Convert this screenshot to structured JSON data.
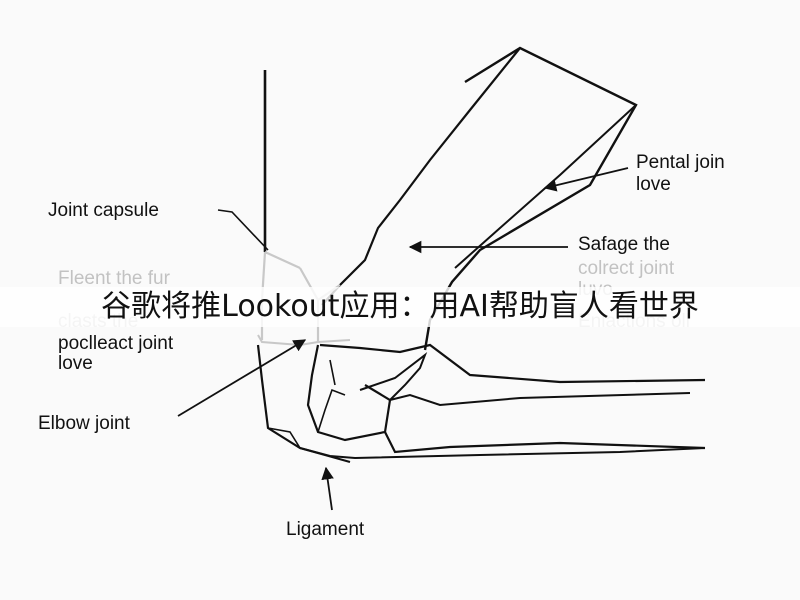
{
  "labels": {
    "joint_capsule": "Joint capsule",
    "pental_join_love": [
      "Pental join",
      "love"
    ],
    "safage_the": "Safage the",
    "faded_right": [
      "colrect joint",
      "luvo",
      "Enlactions oll"
    ],
    "faded_left": [
      "Fleent the fur",
      "clasts the"
    ],
    "poclleact_joint_love": [
      "poclleact joint",
      "love"
    ],
    "elbow_joint": "Elbow joint",
    "ligament": "Ligament"
  },
  "caption": "谷歌将推Lookout应用：用AI帮助盲人看世界",
  "colors": {
    "line": "#111111",
    "cartilage": "#c8c8c8",
    "faded_text": "#c2c2c2",
    "background": "#fafafa"
  }
}
